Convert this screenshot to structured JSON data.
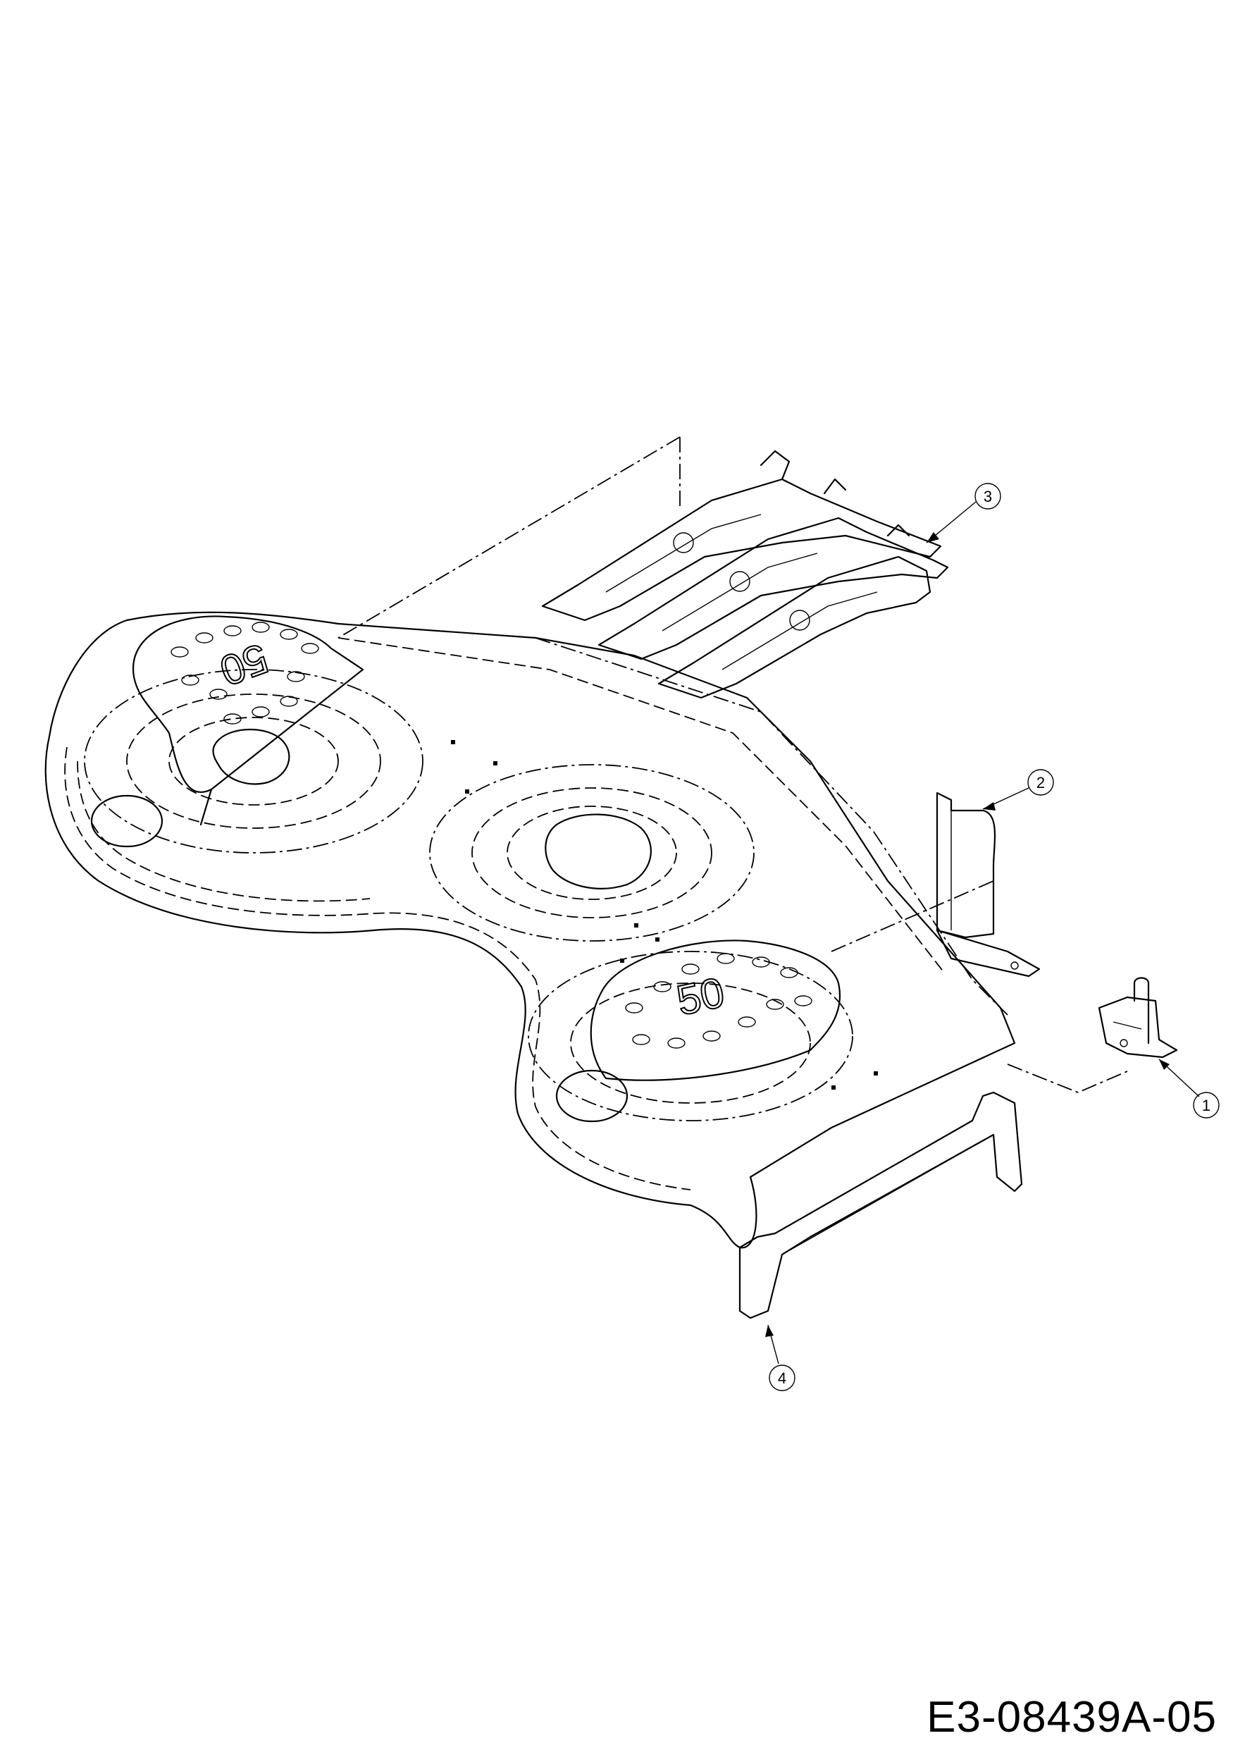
{
  "drawing_code": "E3-08439A-05",
  "deck_marking": "50",
  "callouts": [
    {
      "label": "1"
    },
    {
      "label": "2"
    },
    {
      "label": "3"
    },
    {
      "label": "4"
    }
  ]
}
